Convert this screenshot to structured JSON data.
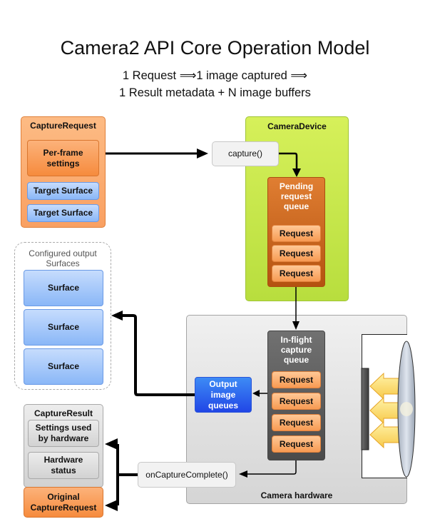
{
  "title": "Camera2 API Core Operation Model",
  "subtitle_line1": "1 Request ⟹1 image captured ⟹",
  "subtitle_line2": "1 Result metadata + N image buffers",
  "capture_request": {
    "label": "CaptureRequest",
    "settings": "Per-frame settings",
    "targets": [
      "Target Surface",
      "Target Surface"
    ]
  },
  "configured_outputs": {
    "label": "Configured output Surfaces",
    "surfaces": [
      "Surface",
      "Surface",
      "Surface"
    ]
  },
  "camera_device": {
    "label": "CameraDevice",
    "capture_call": "capture()",
    "pending_queue": {
      "label": "Pending request queue",
      "requests": [
        "Request",
        "Request",
        "Request"
      ]
    }
  },
  "camera_hardware": {
    "label": "Camera hardware",
    "inflight_queue": {
      "label": "In-flight capture queue",
      "requests": [
        "Request",
        "Request",
        "Request",
        "Request"
      ]
    },
    "output_queues": "Output image queues",
    "on_capture_complete": "onCaptureComplete()"
  },
  "capture_result": {
    "label": "CaptureResult",
    "settings_used": "Settings used by hardware",
    "hardware_status": "Hardware status",
    "original_request": "Original CaptureRequest"
  },
  "colors": {
    "orange": "#f9a062",
    "green": "#c4e64a",
    "blue": "#8ab7f7",
    "output_blue": "#2f63ee",
    "dark_orange": "#c8621f",
    "dark_gray": "#5a5a5a"
  }
}
